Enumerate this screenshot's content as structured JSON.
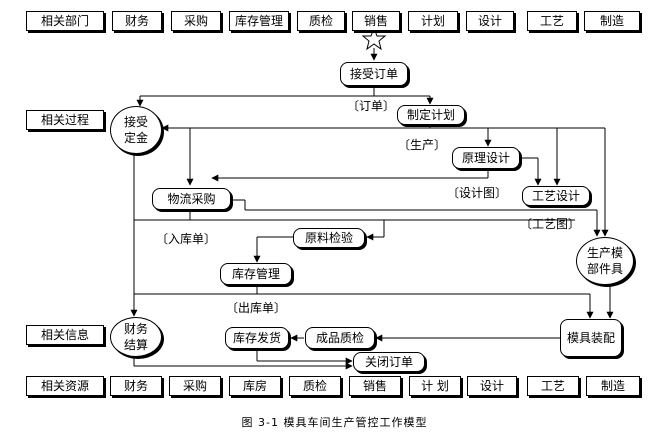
{
  "rows": {
    "departments": "相关部门",
    "processes": "相关过程",
    "information": "相关信息",
    "resources": "相关资源"
  },
  "departments": [
    "财务",
    "采购",
    "库存管理",
    "质检",
    "销售",
    "计划",
    "设计",
    "工艺",
    "制造"
  ],
  "resources": [
    "财务",
    "采购",
    "库房",
    "质检",
    "销售",
    "计 划",
    "设计",
    "工艺",
    "制造"
  ],
  "nodes": {
    "receive_order": "接受订单",
    "make_plan": "制定计划",
    "accept_deposit_1": "接受",
    "accept_deposit_2": "定金",
    "principle_design": "原理设计",
    "process_design": "工艺设计",
    "logistics_purchase": "物流采购",
    "raw_inspection": "原料检验",
    "inventory_management": "库存管理",
    "mold_parts_1": "生产模",
    "mold_parts_2": "部件具",
    "finance_settlement_1": "财务",
    "finance_settlement_2": "结算",
    "stock_delivery": "库存发货",
    "product_inspection": "成品质检",
    "mold_assembly": "模具装配",
    "close_order": "关闭订单"
  },
  "documents": {
    "order": "订单",
    "production": "生产",
    "design_drawing": "设计图",
    "process_drawing": "工艺图",
    "stock_in_slip": "入库单",
    "stock_out_slip": "出库单"
  },
  "caption": "图 3-1 模具车间生产管控工作模型"
}
